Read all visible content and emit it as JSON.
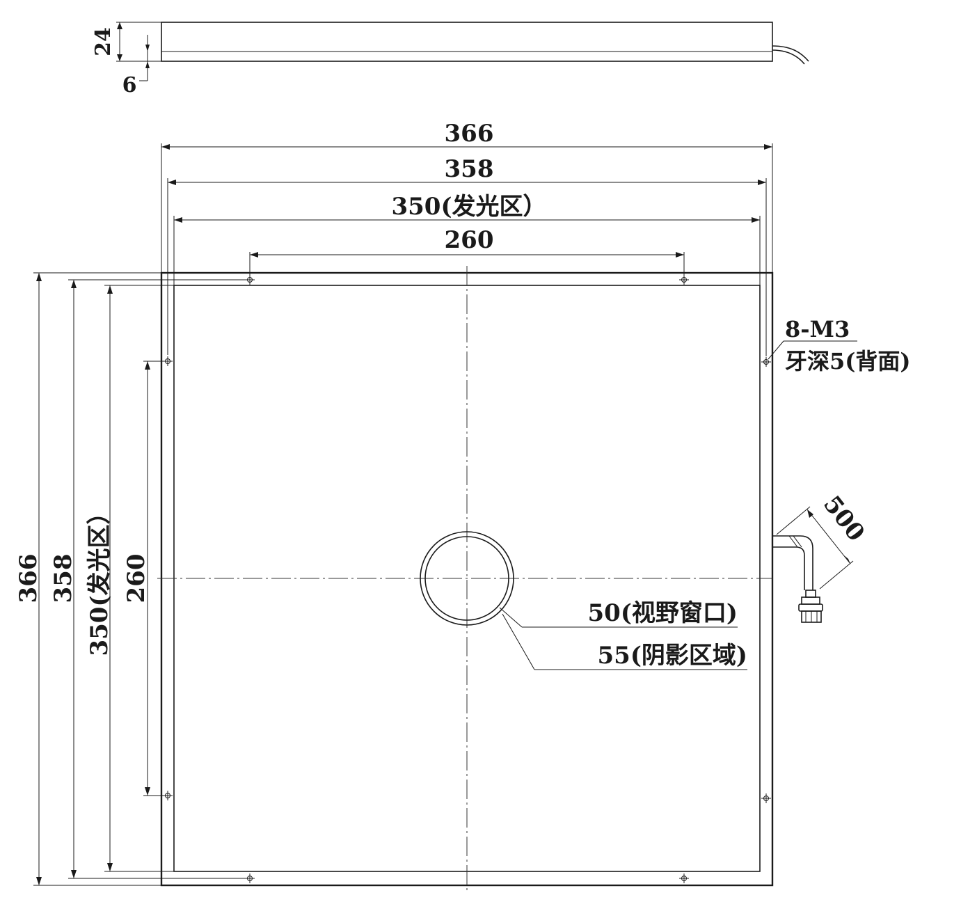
{
  "side_view": {
    "height_label": "24",
    "offset_label": "6"
  },
  "dimensions": {
    "outer_width": "366",
    "frame_width": "358",
    "emitting_width": "350(发光区）",
    "hole_spacing_h": "260",
    "outer_height": "366",
    "frame_height": "358",
    "emitting_height": "350(发光区）",
    "hole_spacing_v": "260",
    "cable_length": "500"
  },
  "callouts": {
    "thread_spec": "8-M3",
    "thread_note": "牙深5(背面)",
    "view_window": "50(视野窗口)",
    "shadow_area": "55(阴影区域)"
  }
}
